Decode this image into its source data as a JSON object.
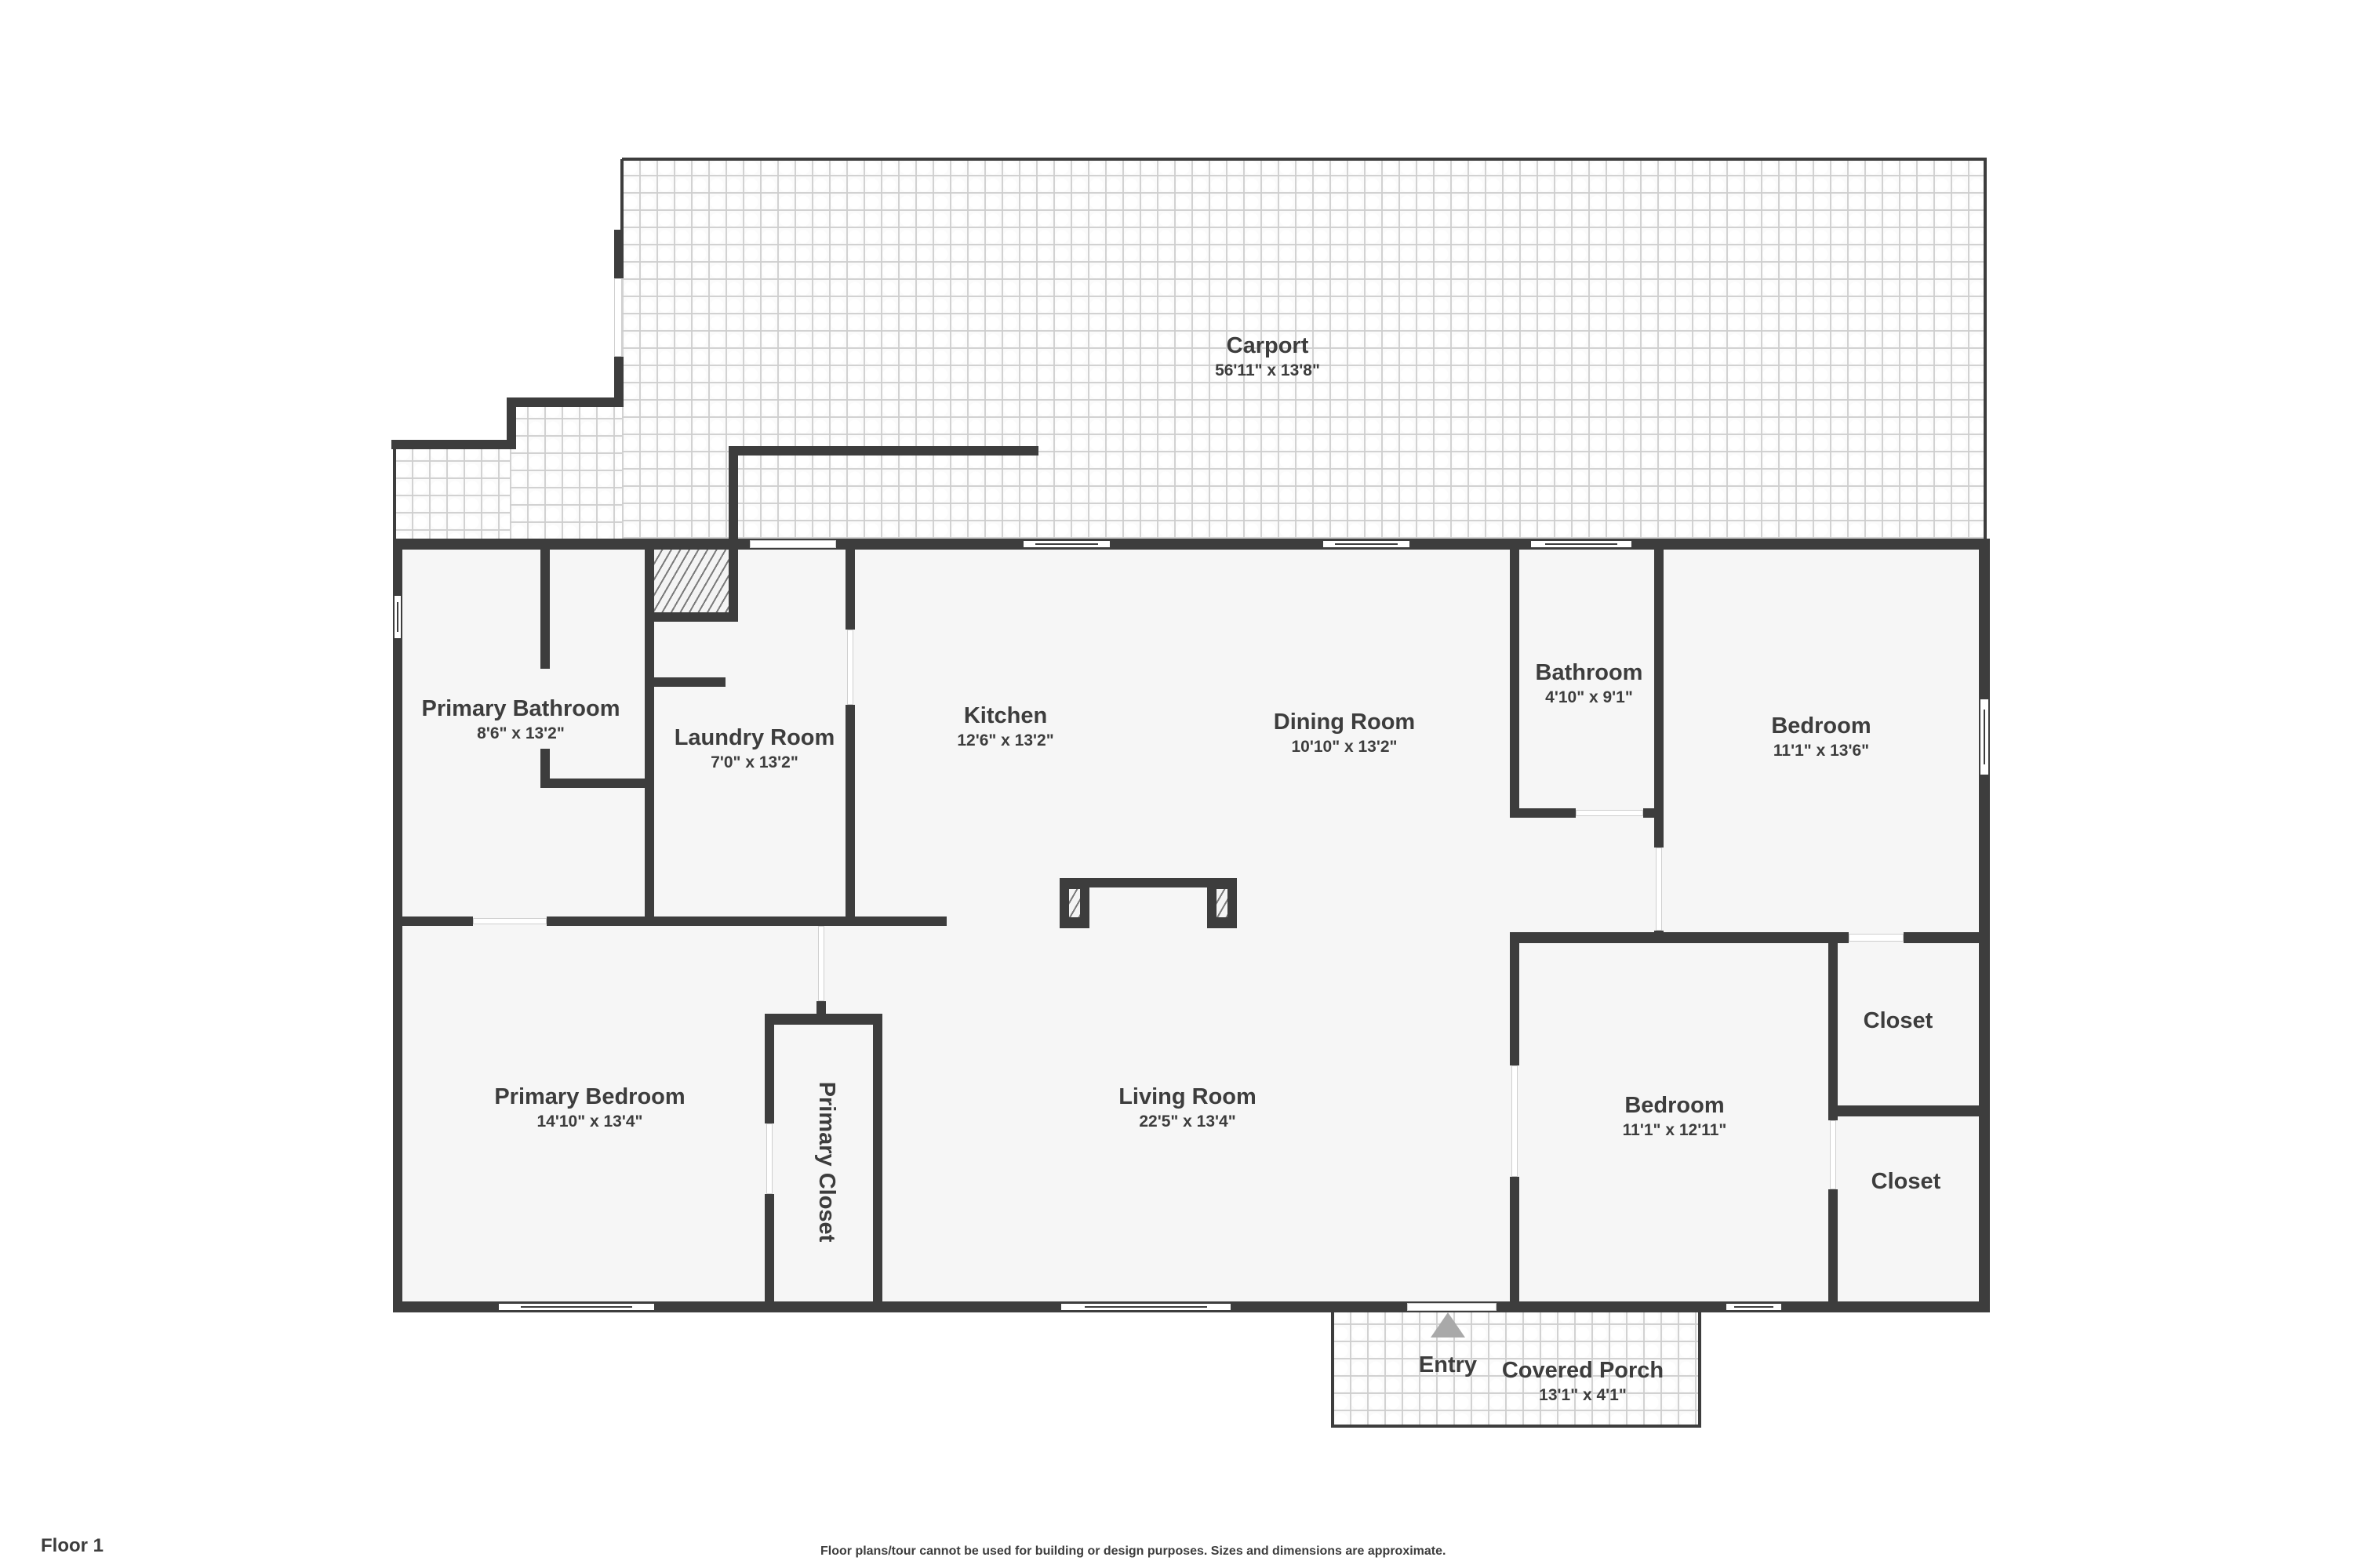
{
  "floor": {
    "label": "Floor 1"
  },
  "disclaimer": "Floor plans/tour cannot be used for building or design purposes. Sizes and dimensions are approximate.",
  "colors": {
    "wall": "#3d3d3d",
    "room_fill": "#f6f6f6",
    "tile_fill": "#fbfbfb",
    "entry_arrow": "#a9a9a9",
    "background": "#ffffff"
  },
  "rooms": {
    "carport": {
      "name": "Carport",
      "dim": "56'11\" x 13'8\""
    },
    "primary_bathroom": {
      "name": "Primary Bathroom",
      "dim": "8'6\" x 13'2\""
    },
    "laundry_room": {
      "name": "Laundry Room",
      "dim": "7'0\" x 13'2\""
    },
    "kitchen": {
      "name": "Kitchen",
      "dim": "12'6\" x 13'2\""
    },
    "dining_room": {
      "name": "Dining Room",
      "dim": "10'10\" x 13'2\""
    },
    "bathroom": {
      "name": "Bathroom",
      "dim": "4'10\" x 9'1\""
    },
    "bedroom_1": {
      "name": "Bedroom",
      "dim": "11'1\" x 13'6\""
    },
    "primary_bedroom": {
      "name": "Primary Bedroom",
      "dim": "14'10\" x 13'4\""
    },
    "primary_closet": {
      "name": "Primary Closet"
    },
    "living_room": {
      "name": "Living Room",
      "dim": "22'5\" x 13'4\""
    },
    "bedroom_2": {
      "name": "Bedroom",
      "dim": "11'1\" x 12'11\""
    },
    "closet_1": {
      "name": "Closet"
    },
    "closet_2": {
      "name": "Closet"
    },
    "entry": {
      "name": "Entry"
    },
    "covered_porch": {
      "name": "Covered Porch",
      "dim": "13'1\" x 4'1\""
    }
  }
}
